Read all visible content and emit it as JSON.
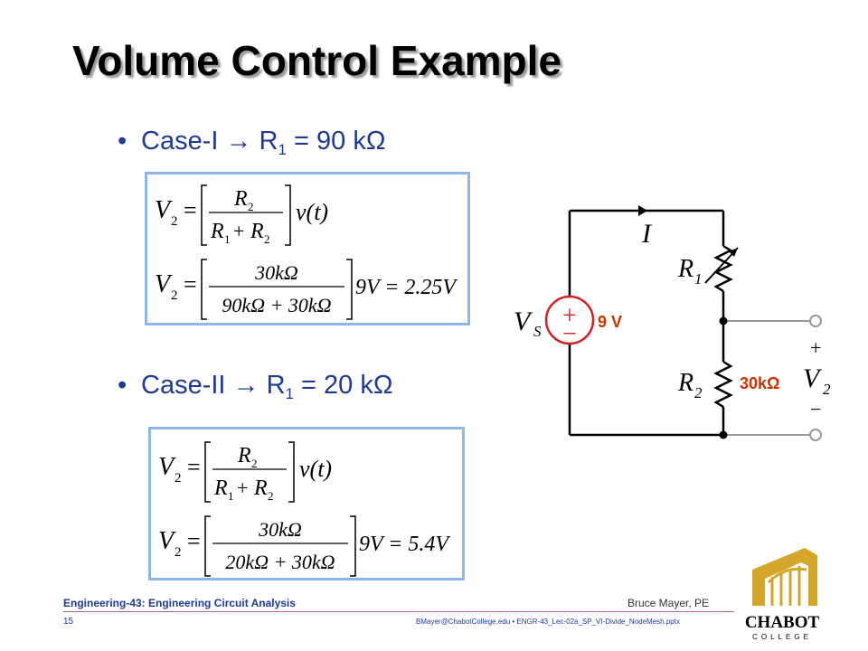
{
  "slide": {
    "title": "Volume Control Example",
    "bullet1": {
      "prefix": "Case-I → R",
      "sub": "1",
      "suffix": " = 90 kΩ"
    },
    "bullet2": {
      "prefix": "Case-II → R",
      "sub": "1",
      "suffix": " = 20 kΩ"
    }
  },
  "equations": {
    "box1": {
      "lhs": "V",
      "lhs_sub": "2",
      "eq1_num": "R",
      "eq1_num_sub": "2",
      "eq1_den_a": "R",
      "eq1_den_a_sub": "1",
      "eq1_den_plus": "+",
      "eq1_den_b": "R",
      "eq1_den_b_sub": "2",
      "eq1_tail": "v(t)",
      "eq2_num": "30kΩ",
      "eq2_den": "90kΩ + 30kΩ",
      "eq2_tail": "9V = 2.25V"
    },
    "box2": {
      "lhs": "V",
      "lhs_sub": "2",
      "eq1_num": "R",
      "eq1_num_sub": "2",
      "eq1_den_a": "R",
      "eq1_den_a_sub": "1",
      "eq1_den_plus": "+",
      "eq1_den_b": "R",
      "eq1_den_b_sub": "2",
      "eq1_tail": "v(t)",
      "eq2_num": "30kΩ",
      "eq2_den": "20kΩ + 30kΩ",
      "eq2_tail": "9V = 5.4V"
    }
  },
  "circuit": {
    "current": "I",
    "source": "V",
    "source_sub": "S",
    "plus": "+",
    "minus": "−",
    "source_value": "9 V",
    "r1": "R",
    "r1_sub": "1",
    "r2": "R",
    "r2_sub": "2",
    "r2_value": "30kΩ",
    "out": "V",
    "out_sub": "2",
    "out_plus": "+",
    "out_minus": "−"
  },
  "footer": {
    "course": "Engineering-43: Engineering Circuit Analysis",
    "author": "Bruce Mayer, PE",
    "page": "15",
    "file": "BMayer@ChabotCollege.edu  •  ENGR-43_Lec-02a_SP_VI-Divide_NodeMesh.pptx"
  },
  "logo": {
    "text": "CHABOT",
    "subtext": "COLLEGE"
  },
  "colors": {
    "bullet": "#1f3a93",
    "eq_border": "#8fb8ea",
    "annotation": "#cc3300",
    "logo": "#d4a72c"
  }
}
